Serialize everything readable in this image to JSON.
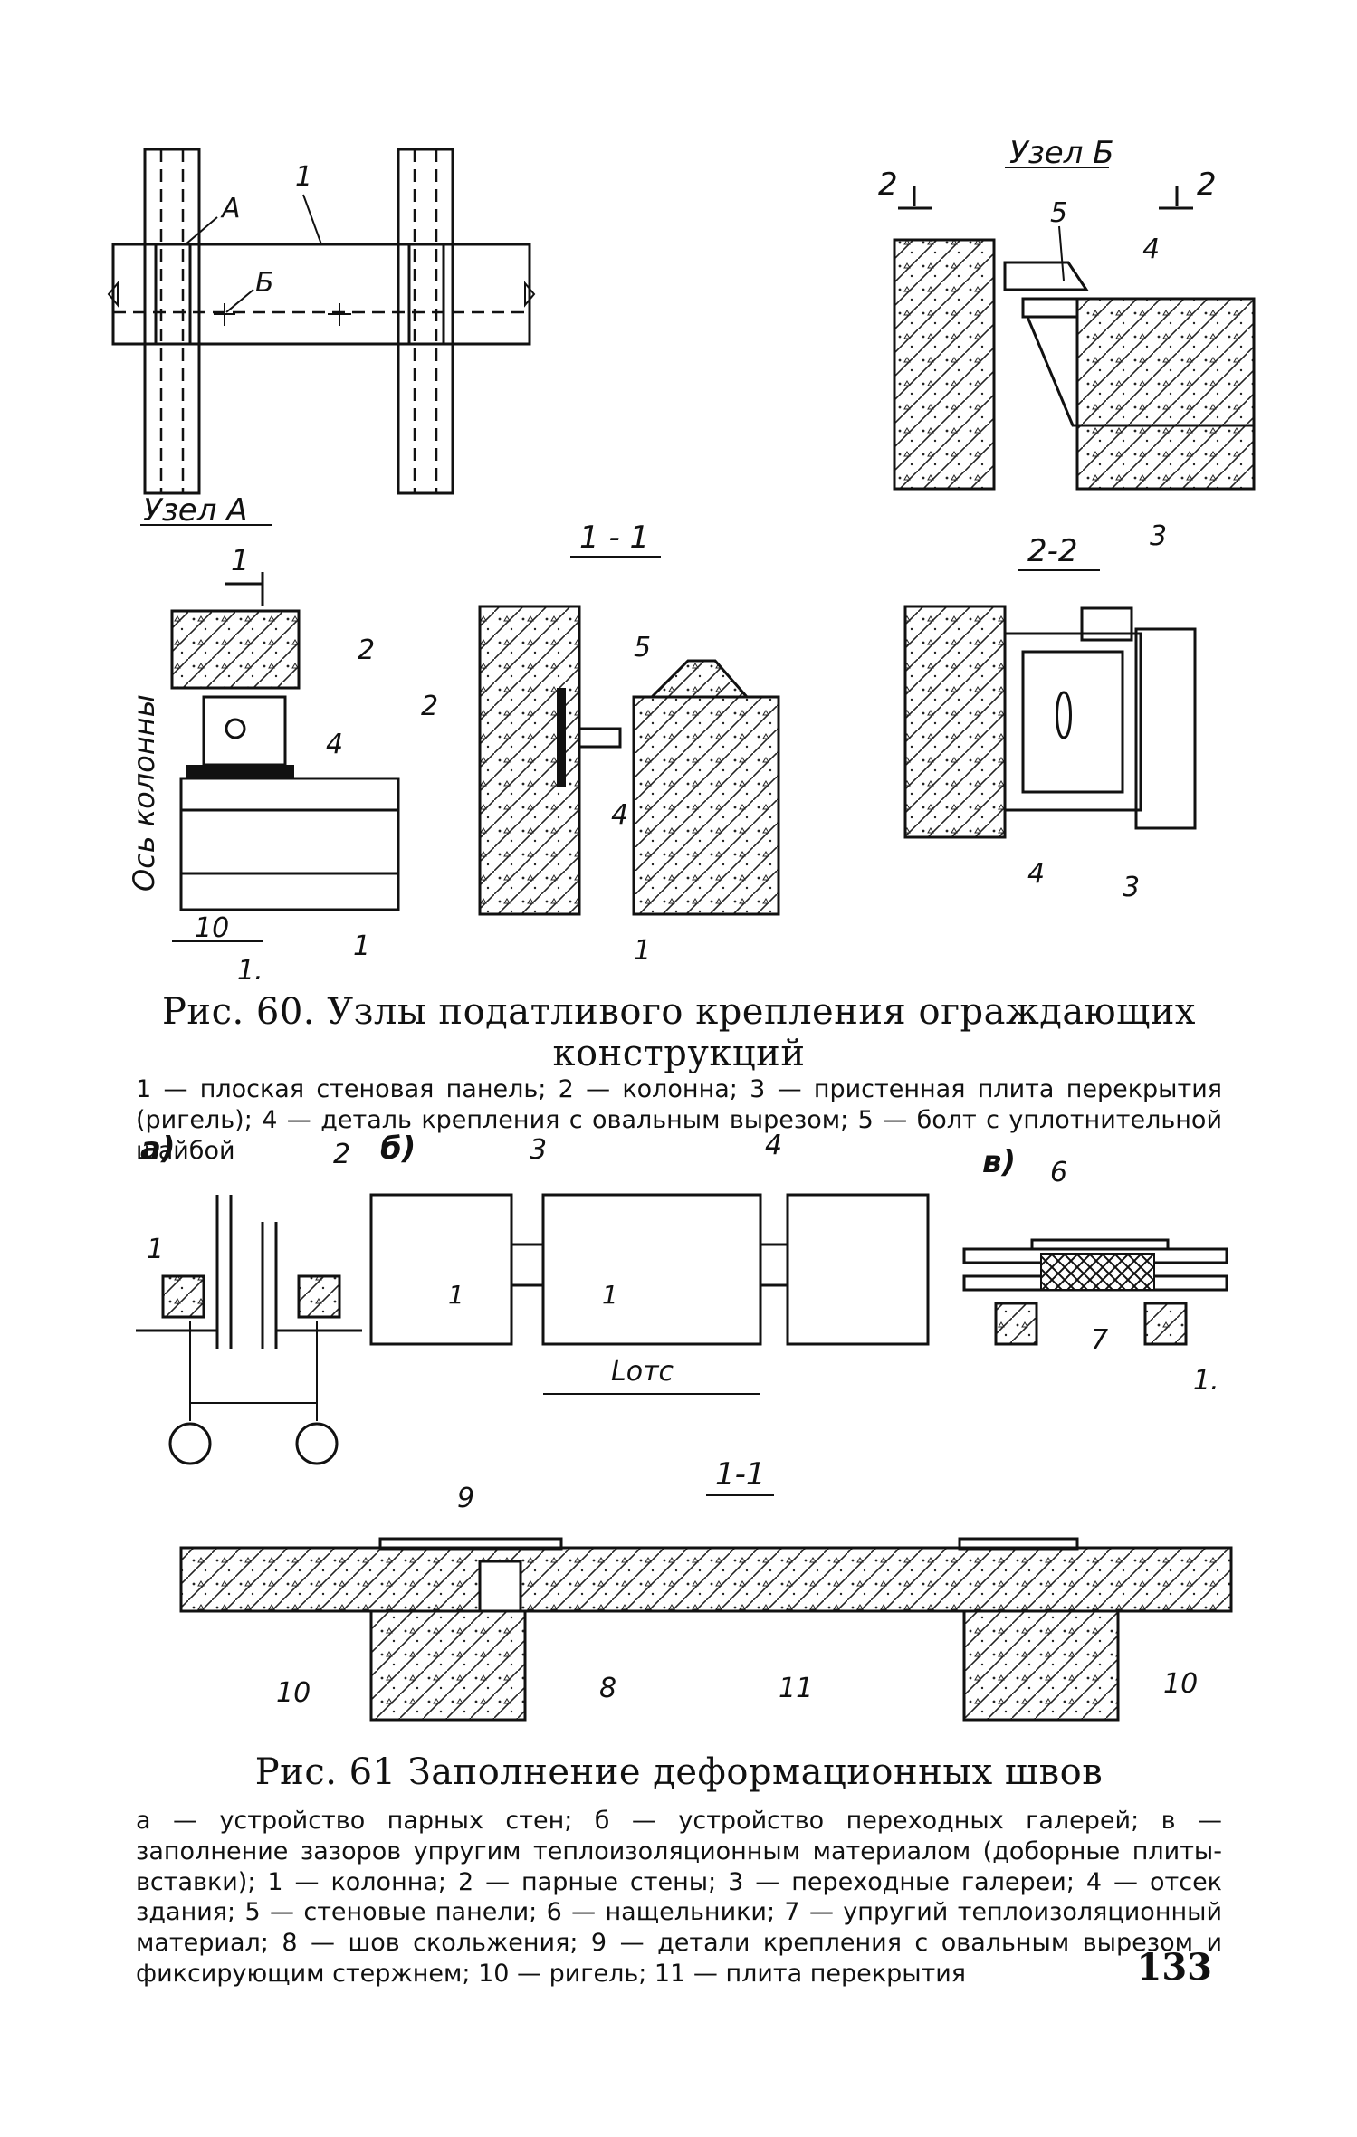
{
  "fig60": {
    "labels": {
      "uzel_b": "Узел Б",
      "uzel_a": "Узел А",
      "a": "А",
      "b": "Б",
      "n1": "1",
      "n2": "2",
      "n3": "3",
      "n4": "4",
      "n5": "5",
      "sec_11": "1 - 1",
      "sec_22": "2-2",
      "os_kolonny": "Ось колонны",
      "dim10": "10",
      "mark1": "1."
    },
    "caption_title": "Рис. 60. Узлы податливого крепления ограждающих конструкций",
    "caption_legend": "1 — плоская стеновая панель; 2 — колонна; 3 — пристенная плита перекрытия (ригель); 4 — деталь крепления с овальным вырезом; 5 — болт с уплотнительной шайбой"
  },
  "fig61": {
    "labels": {
      "a": "а)",
      "b": "б)",
      "v": "в)",
      "n1": "1",
      "n1dot": "1.",
      "n2": "2",
      "n3": "3",
      "n4": "4",
      "n6": "6",
      "n7": "7",
      "n8": "8",
      "n9": "9",
      "n10": "10",
      "n11": "11",
      "sec_11": "1-1",
      "l_otc": "Lотс"
    },
    "caption_title": "Рис. 61 Заполнение деформационных швов",
    "caption_legend": "а — устройство парных стен; б — устройство переходных галерей; в — заполнение зазоров упругим теплоизоляционным материалом (доборные плиты-вставки); 1 — колонна; 2 — парные стены; 3 — переходные галереи; 4 — отсек здания; 5 — стеновые панели; 6 — нащельники; 7 — упругий теплоизоляционный материал; 8 — шов скольжения; 9 — детали крепления с овальным вырезом и фиксирующим стержнем; 10 — ригель; 11 — плита перекрытия"
  },
  "page_number": "133"
}
